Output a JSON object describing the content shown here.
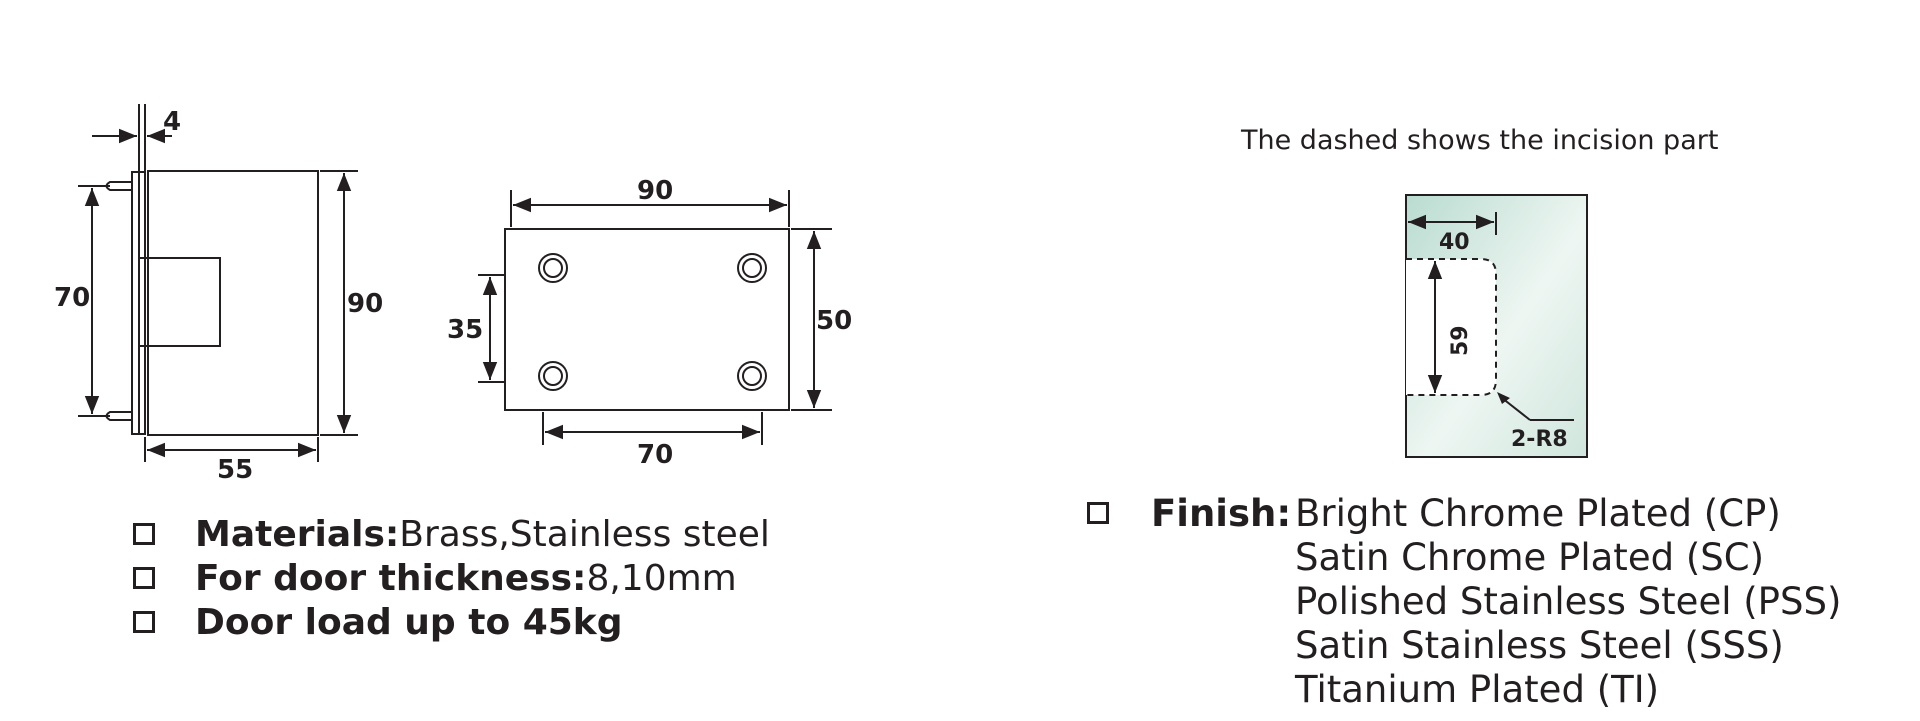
{
  "side_view": {
    "dim_thickness": "4",
    "dim_height_inner": "70",
    "dim_height": "90",
    "dim_width": "55"
  },
  "plate_view": {
    "dim_width": "90",
    "dim_height": "50",
    "dim_hole_vertical": "35",
    "dim_hole_horizontal": "70"
  },
  "cutout": {
    "caption": "The dashed shows the incision part",
    "dim_width": "40",
    "dim_height": "59",
    "dim_radius": "2-R8",
    "glass_color": "#cfe6dd"
  },
  "specs": [
    {
      "label": "Materials:",
      "value": "Brass,Stainless steel"
    },
    {
      "label": "For door thickness:",
      "value": "8,10mm"
    },
    {
      "label": "Door load up to 45kg",
      "value": ""
    }
  ],
  "finish": {
    "label": "Finish:",
    "items": [
      "Bright Chrome Plated  (CP)",
      "Satin Chrome Plated  (SC)",
      "Polished Stainless Steel  (PSS)",
      "Satin Stainless Steel  (SSS)",
      "Titanium Plated  (TI)"
    ]
  }
}
